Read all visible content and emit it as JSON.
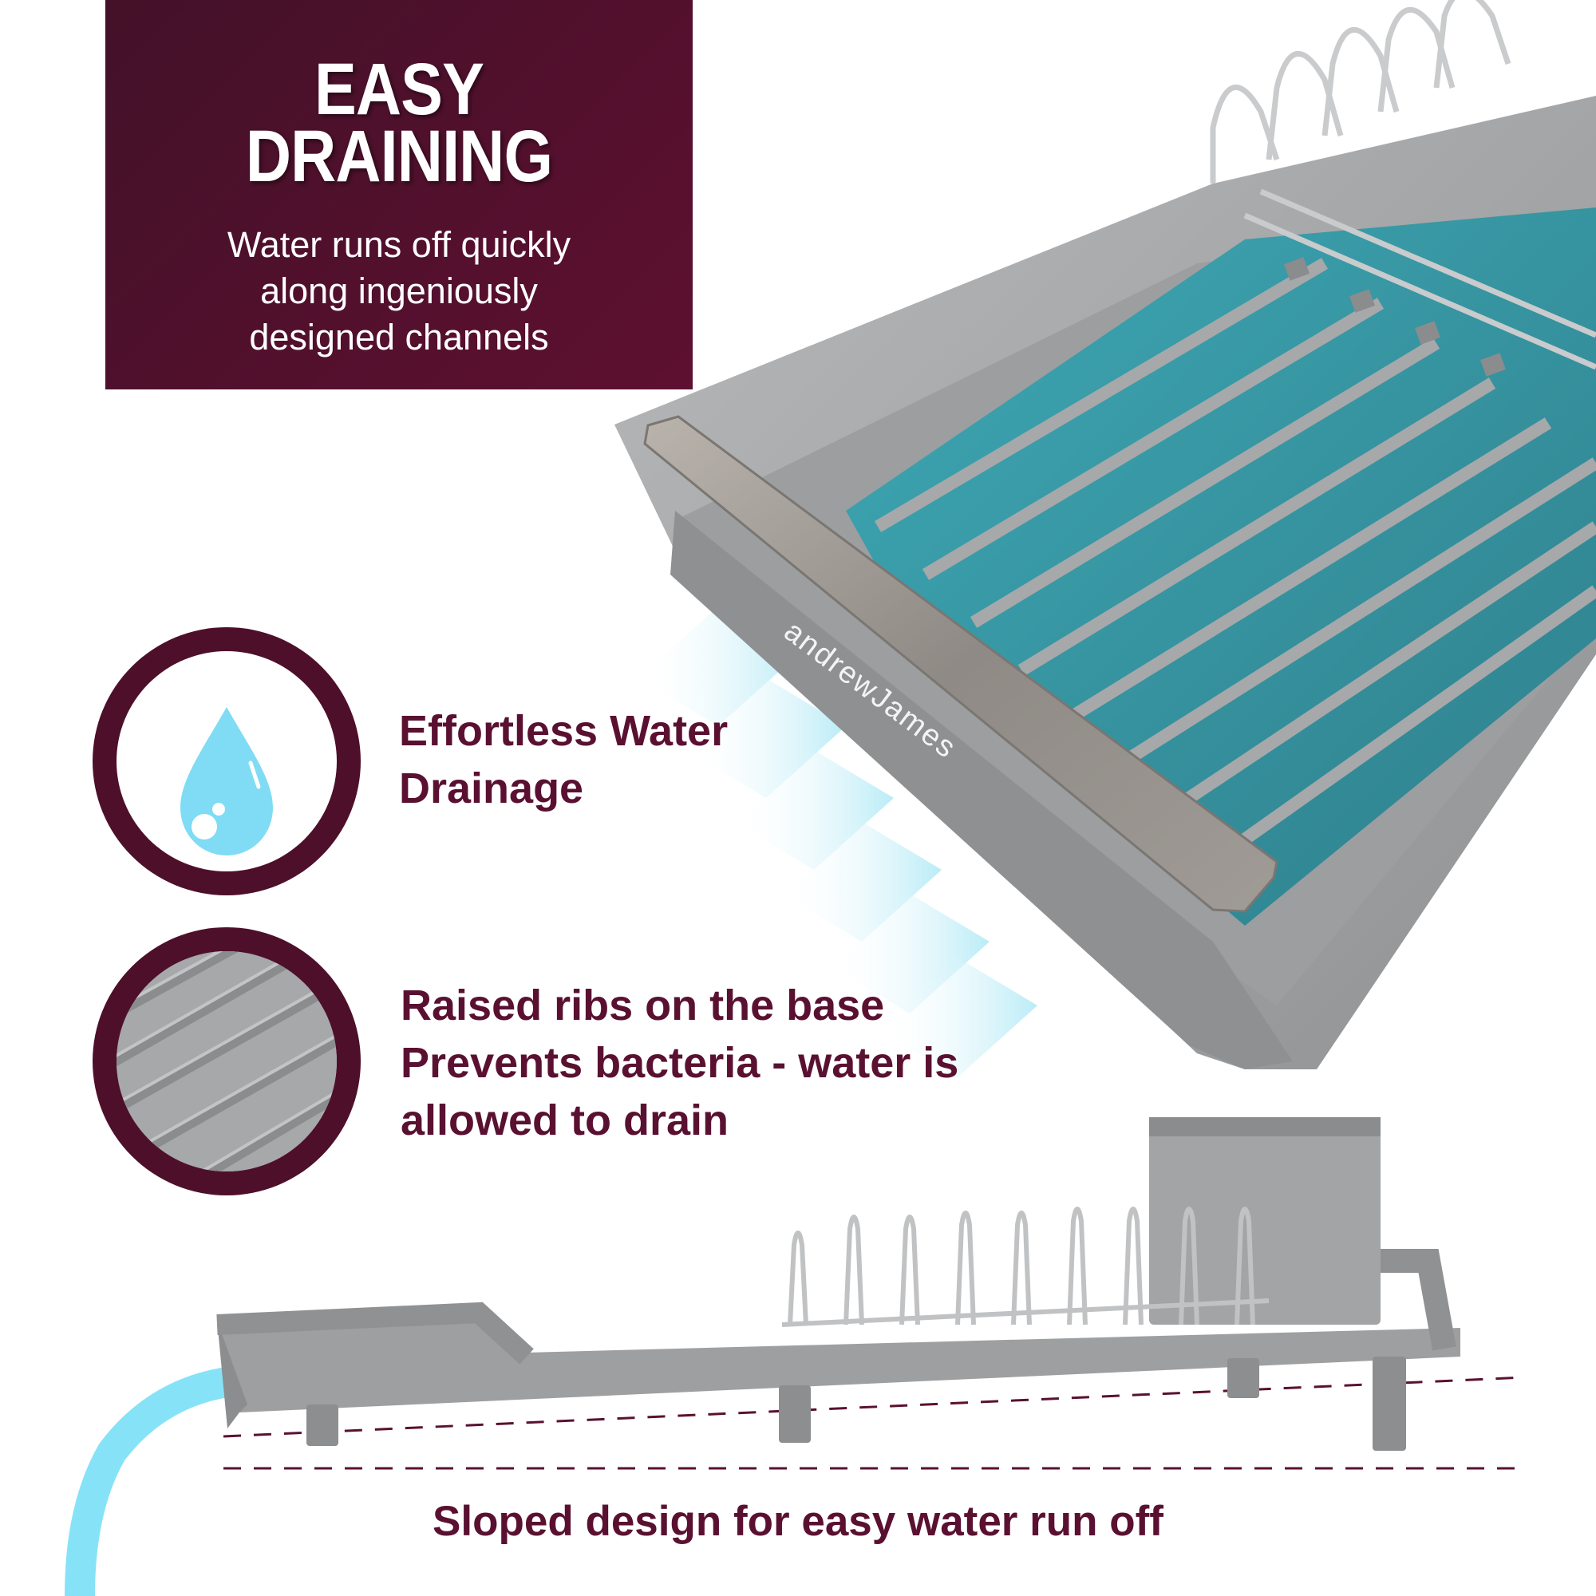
{
  "header": {
    "title_lines": [
      "EASY",
      "DRAINING"
    ],
    "subtitle_lines": [
      "Water runs off quickly",
      "along ingeniously",
      "designed channels"
    ]
  },
  "features": [
    {
      "icon": "water-drop-icon",
      "lines": [
        "Effortless Water",
        "Drainage"
      ]
    },
    {
      "icon": "raised-ribs-icon",
      "lines": [
        "Raised ribs on the base",
        "Prevents bacteria - water is",
        "allowed to drain"
      ]
    }
  ],
  "product": {
    "brand_text": "andrewJames"
  },
  "footer": {
    "caption": "Sloped design for easy water run off"
  },
  "colors": {
    "brand_plum": "#4e0f2a",
    "text_plum": "#5a1131",
    "tray_grey": "#a7a9ab",
    "channel_teal": "#3f9aa7",
    "water_blue": "#86e3f7"
  }
}
